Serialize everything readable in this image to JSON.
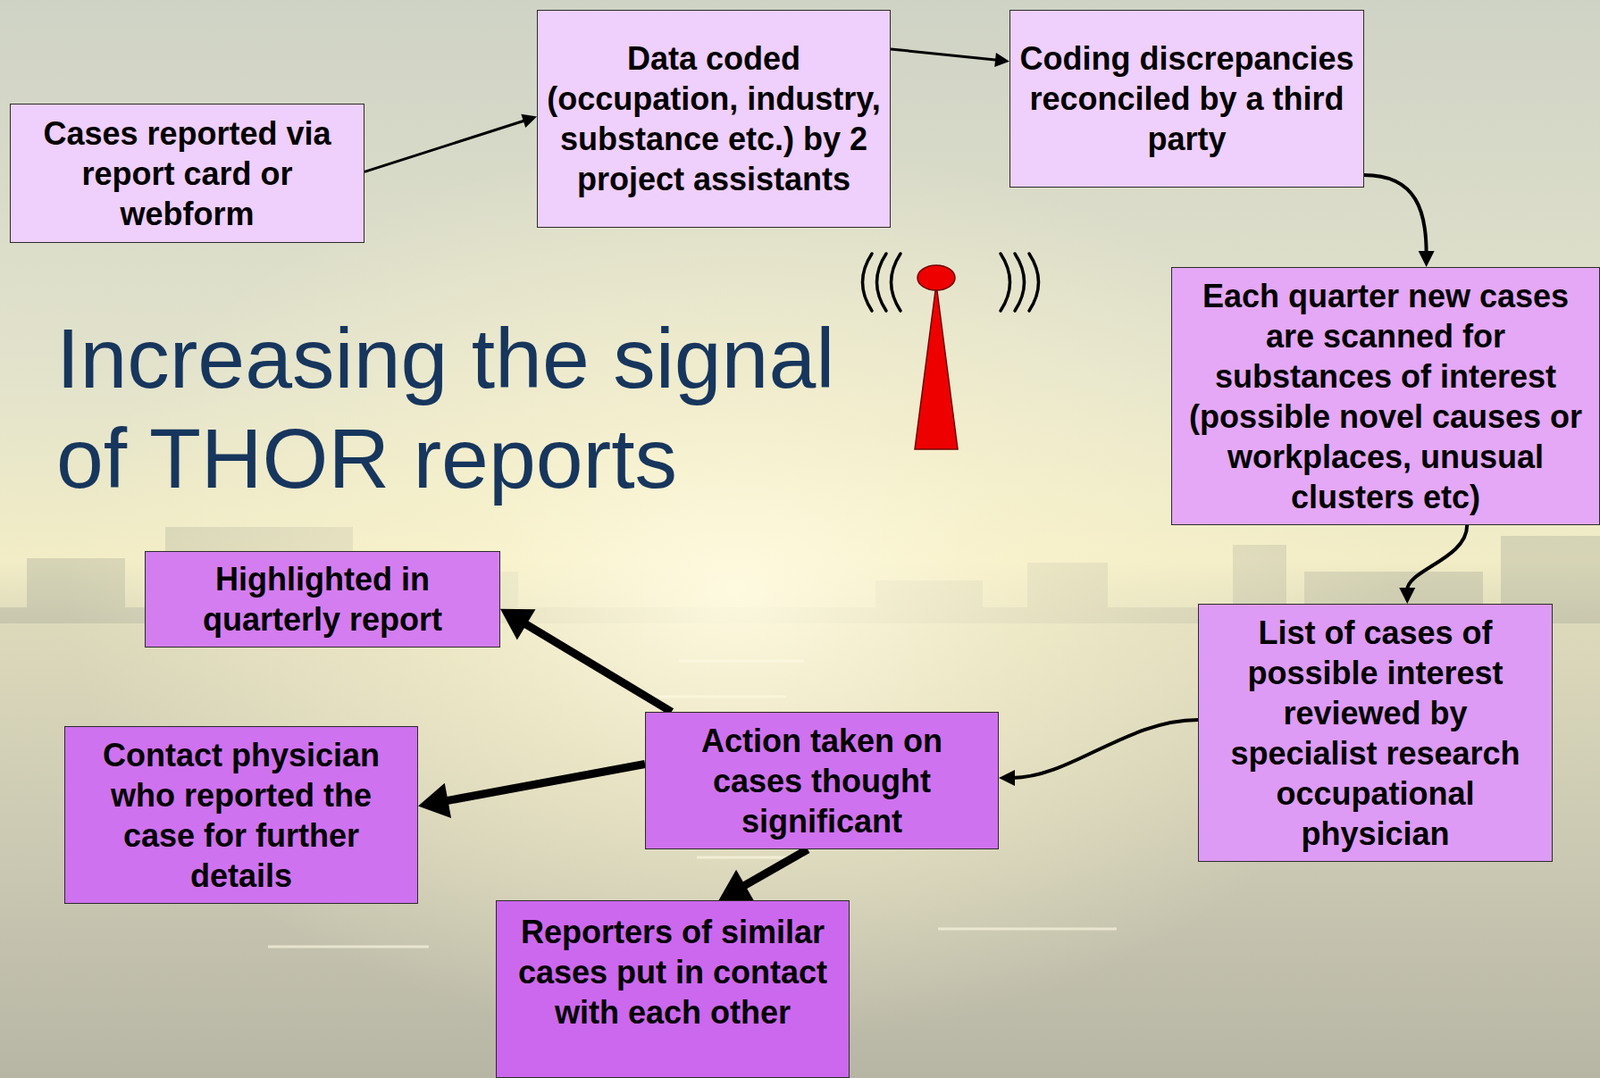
{
  "diagram": {
    "title": "Increasing the signal of THOR reports",
    "nodes": [
      {
        "text": [
          "Cases reported via report card or webform"
        ]
      },
      {
        "text": [
          "Data coded (occupation, industry, substance etc.) by 2 project assistants"
        ]
      },
      {
        "text": [
          "Coding discrepancies reconciled by a third party"
        ]
      },
      {
        "text": [
          "Each quarter new cases are scanned for substances of interest (possible novel causes or workplaces, unusual clusters etc)"
        ]
      },
      {
        "text": [
          "List of cases of possible interest reviewed by specialist research occupational physician"
        ]
      },
      {
        "text": [
          "Action taken on cases thought significant"
        ]
      },
      {
        "text": [
          "Highlighted in quarterly report"
        ]
      },
      {
        "text": [
          "Contact physician who reported the case for further details"
        ]
      },
      {
        "text": [
          "Reporters of similar cases put in contact with each other"
        ]
      }
    ],
    "edges": [
      {
        "from": 0,
        "to": 1,
        "arrow": "to"
      },
      {
        "from": 1,
        "to": 2,
        "arrow": "to"
      },
      {
        "from": 2,
        "to": 3,
        "arrow": "to"
      },
      {
        "from": 3,
        "to": 4,
        "arrow": "to"
      },
      {
        "from": 4,
        "to": 5,
        "arrow": "to"
      },
      {
        "from": 5,
        "to": 6,
        "arrow": "to"
      },
      {
        "from": 5,
        "to": 7,
        "arrow": "to"
      },
      {
        "from": 5,
        "to": 8,
        "arrow": "to"
      }
    ]
  }
}
